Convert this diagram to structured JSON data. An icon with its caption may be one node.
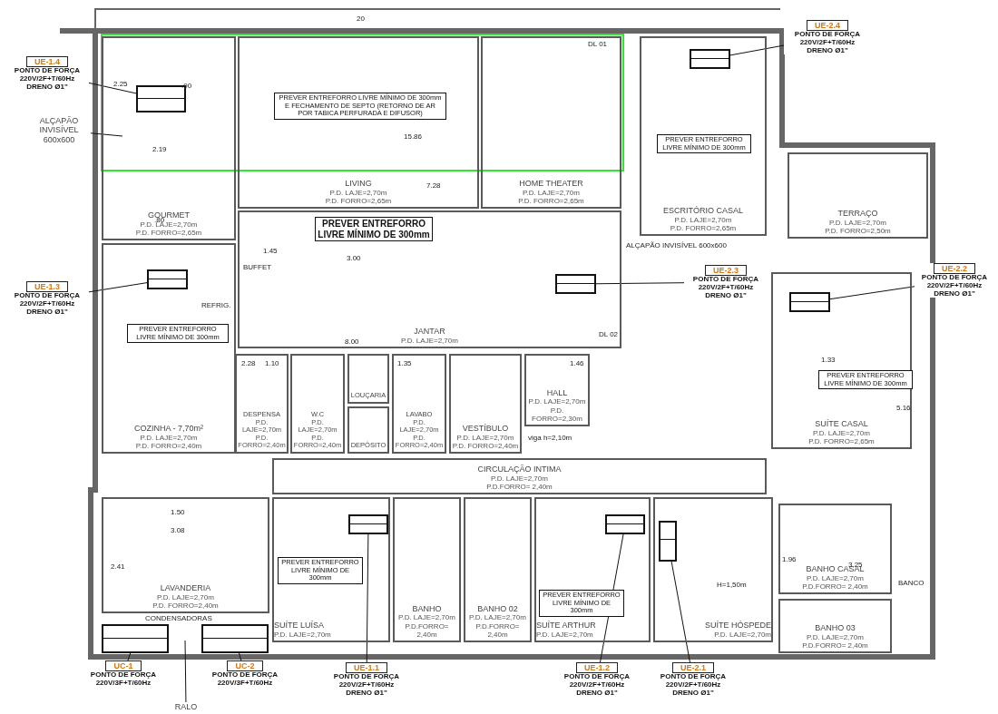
{
  "diagram": {
    "nodes": [
      {
        "text": [
          "UE-1.4",
          "PONTO DE FORÇA 220V/2F+T/60Hz",
          "DRENO Ø1\""
        ]
      },
      {
        "text": [
          "ALÇAPÃO INVISÍVEL 600x600"
        ]
      },
      {
        "text": [
          "GOURMET",
          "P.D. LAJE=2,70m",
          "P.D. FORRO=2,65m"
        ]
      },
      {
        "text": [],
        "shape": "box",
        "in": 2
      },
      {
        "text": [
          "LIVING",
          "P.D. LAJE=2,70m",
          "P.D. FORRO=2,65m"
        ]
      },
      {
        "text": [
          "PREVER ENTREFORRO LIVRE MÍNIMO DE 300mm E FECHAMENTO DE SEPTO",
          "(RETORNO DE AR POR TABICA PERFURADA E DIFUSOR)"
        ],
        "in": 4
      },
      {
        "text": [
          "HOME THEATER",
          "P.D. LAJE=2,70m",
          "P.D. FORRO=2,65m"
        ]
      },
      {
        "text": [
          "ESCRITÓRIO CASAL",
          "P.D. LAJE=2,70m",
          "P.D. FORRO=2,65m"
        ]
      },
      {
        "text": [],
        "shape": "box",
        "in": 7
      },
      {
        "text": [
          "PREVER ENTREFORRO LIVRE MÍNIMO DE 300mm"
        ],
        "in": 7
      },
      {
        "text": [
          "UE-2.4",
          "PONTO DE FORÇA 220V/2F+T/60Hz",
          "DRENO Ø1\""
        ]
      },
      {
        "text": [
          "TERRAÇO",
          "P.D. LAJE=2,70m",
          "P.D. FORRO=2,50m"
        ]
      },
      {
        "text": [
          "JANTAR",
          "P.D. LAJE=2,70m"
        ]
      },
      {
        "text": [
          "PREVER ENTREFORRO LIVRE MÍNIMO DE 300mm"
        ],
        "in": 12
      },
      {
        "text": [],
        "shape": "box",
        "in": 12
      },
      {
        "text": [
          "UE-2.3",
          "PONTO DE FORÇA 220V/2F+T/60Hz",
          "DRENO Ø1\""
        ]
      },
      {
        "text": [
          "UE-1.3",
          "PONTO DE FORÇA 220V/2F+T/60Hz",
          "DRENO Ø1\""
        ]
      },
      {
        "text": [
          "COZINHA - 7,70m²",
          "P.D. LAJE=2,70m",
          "P.D. FORRO=2,40m"
        ]
      },
      {
        "text": [],
        "shape": "box",
        "in": 17
      },
      {
        "text": [
          "PREVER ENTREFORRO LIVRE MÍNIMO DE 300mm"
        ],
        "in": 17
      },
      {
        "text": [
          "UE-2.2",
          "PONTO DE FORÇA 220V/2F+T/60Hz",
          "DRENO Ø1\""
        ]
      },
      {
        "text": [
          "SUÍTE CASAL",
          "P.D. LAJE=2,70m",
          "P.D. FORRO=2,65m"
        ]
      },
      {
        "text": [],
        "shape": "box",
        "in": 21
      },
      {
        "text": [
          "PREVER ENTREFORRO LIVRE MÍNIMO DE 300mm"
        ],
        "in": 21
      },
      {
        "text": [
          "DESPENSA",
          "P.D. LAJE=2,70m",
          "P.D. FORRO=2,40m"
        ]
      },
      {
        "text": [
          "W.C",
          "P.D. LAJE=2,70m",
          "P.D. FORRO=2,40m"
        ]
      },
      {
        "text": [
          "LOUÇARIA"
        ]
      },
      {
        "text": [
          "DEPÓSITO"
        ]
      },
      {
        "text": [
          "LAVABO",
          "P.D. LAJE=2,70m",
          "P.D. FORRO=2,40m"
        ]
      },
      {
        "text": [
          "VESTÍBULO",
          "P.D. LAJE=2,70m",
          "P.D. FORRO=2,40m"
        ]
      },
      {
        "text": [
          "HALL",
          "P.D. LAJE=2,70m",
          "P.D. FORRO=2,30m"
        ]
      },
      {
        "text": [
          "CIRCULAÇÃO INTIMA",
          "P.D. LAJE=2,70m",
          "P.D.FORRO= 2,40m"
        ]
      },
      {
        "text": [
          "LAVANDERIA",
          "P.D. LAJE=2,70m",
          "P.D. FORRO=2,40m"
        ]
      },
      {
        "text": [],
        "shape": "box"
      },
      {
        "text": [],
        "shape": "box"
      },
      {
        "text": [
          "SUÍTE LUÍSA",
          "P.D. LAJE=2,70m"
        ]
      },
      {
        "text": [],
        "shape": "box",
        "in": 35
      },
      {
        "text": [
          "PREVER ENTREFORRO LIVRE MÍNIMO DE 300mm"
        ],
        "in": 35
      },
      {
        "text": [
          "BANHO",
          "P.D. LAJE=2,70m",
          "P.D.FORRO= 2,40m"
        ]
      },
      {
        "text": [
          "BANHO 02",
          "P.D. LAJE=2,70m",
          "P.D.FORRO= 2,40m"
        ]
      },
      {
        "text": [
          "SUÍTE ARTHUR",
          "P.D. LAJE=2,70m"
        ]
      },
      {
        "text": [],
        "shape": "box",
        "in": 40
      },
      {
        "text": [
          "PREVER ENTREFORRO LIVRE MÍNIMO DE 300mm"
        ],
        "in": 40
      },
      {
        "text": [
          "SUÍTE HÓSPEDE",
          "P.D. LAJE=2,70m"
        ]
      },
      {
        "text": [],
        "shape": "box",
        "in": 43
      },
      {
        "text": [
          "BANHO CASAL",
          "P.D. LAJE=2,70m",
          "P.D.FORRO= 2,40m"
        ]
      },
      {
        "text": [
          "BANHO 03",
          "P.D. LAJE=2,70m",
          "P.D.FORRO= 2,40m"
        ]
      },
      {
        "text": [
          "UC-1",
          "PONTO DE FORÇA 220V/3F+T/60Hz"
        ]
      },
      {
        "text": [
          "UC-2",
          "PONTO DE FORÇA 220V/3F+T/60Hz"
        ]
      },
      {
        "text": [
          "UE-1.1",
          "PONTO DE FORÇA 220V/2F+T/60Hz",
          "DRENO Ø1\""
        ]
      },
      {
        "text": [
          "UE-1.2",
          "PONTO DE FORÇA 220V/2F+T/60Hz",
          "DRENO Ø1\""
        ]
      },
      {
        "text": [
          "UE-2.1",
          "PONTO DE FORÇA 220V/2F+T/60Hz",
          "DRENO Ø1\""
        ]
      },
      {
        "text": [
          "RALO"
        ]
      }
    ],
    "edges": [
      {
        "from": 0,
        "to": 3,
        "arrow": "none"
      },
      {
        "from": 1,
        "to": null,
        "arrow": "none"
      },
      {
        "from": 10,
        "to": 8,
        "arrow": "none"
      },
      {
        "from": 15,
        "to": 14,
        "arrow": "none"
      },
      {
        "from": 16,
        "to": 18,
        "arrow": "none"
      },
      {
        "from": 20,
        "to": 22,
        "arrow": "none"
      },
      {
        "from": 47,
        "to": 33,
        "arrow": "none"
      },
      {
        "from": 48,
        "to": 34,
        "arrow": "none"
      },
      {
        "from": 49,
        "to": 36,
        "arrow": "none"
      },
      {
        "from": 50,
        "to": 41,
        "arrow": "none"
      },
      {
        "from": 51,
        "to": 44,
        "arrow": "none"
      },
      {
        "from": 52,
        "to": null,
        "arrow": "none"
      }
    ],
    "labels": [
      "20",
      "DL 01",
      "2.25",
      ".90",
      "2.19",
      ".80",
      "15.86",
      "7.28",
      "1.45",
      "3.00",
      "BUFFET",
      "8.00",
      "DL 02",
      "REFRIG.",
      "ALÇAPÃO INVISÍVEL 600x600",
      "1.33",
      "5.16",
      "2.28",
      "1.10",
      "1.35",
      "1.46",
      "viga h=2,10m",
      "1.50",
      "3.08",
      "2.41",
      "CONDENSADORAS",
      "1.96",
      "3.25",
      "BANCO",
      "H=1,50m"
    ]
  }
}
